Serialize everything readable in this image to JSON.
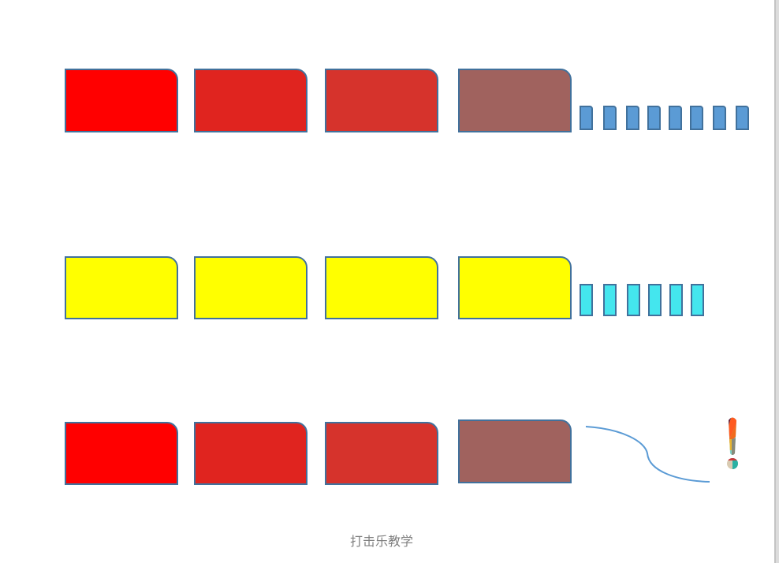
{
  "colors": {
    "border": "#41719c",
    "red1": "#ff0000",
    "red2": "#e0241f",
    "red3": "#d6332c",
    "brown": "#a0625e",
    "yellow": "#ffff00",
    "blue_small": "#5b9bd5",
    "cyan_small": "#44e6ee",
    "curve": "#5b9bd5"
  },
  "rows": [
    {
      "name": "row-1",
      "large_blocks": [
        "red",
        "red",
        "red",
        "brown"
      ],
      "small_block_count": 8,
      "small_block_color": "blue"
    },
    {
      "name": "row-2",
      "large_blocks": [
        "yellow",
        "yellow",
        "yellow",
        "yellow"
      ],
      "small_block_count": 6,
      "small_block_color": "cyan"
    },
    {
      "name": "row-3",
      "large_blocks": [
        "red",
        "red",
        "red",
        "brown"
      ],
      "trailing": "curve-then-exclamation"
    }
  ],
  "caption": "打击乐教学"
}
